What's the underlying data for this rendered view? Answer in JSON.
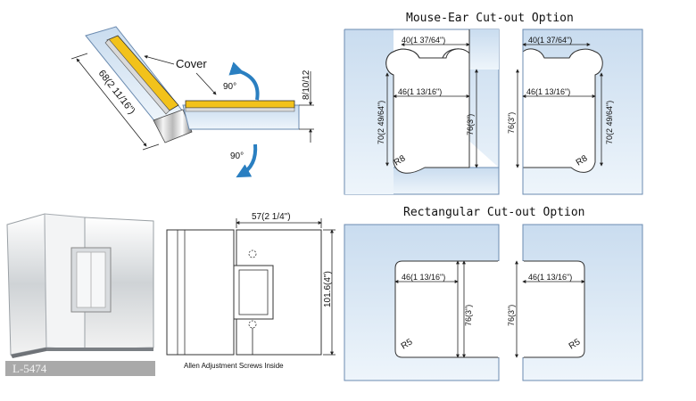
{
  "titles": {
    "mouse_ear": "Mouse-Ear  Cut-out Option",
    "rectangular": "Rectangular  Cut-out Option"
  },
  "hinge_top": {
    "cover_label": "Cover",
    "angle_label_top": "90°",
    "angle_label_bottom": "90°",
    "thickness_label": "8/10/12",
    "length_label": "68(2 11/16\")"
  },
  "hinge_drawing": {
    "width_label": "57(2 1/4\")",
    "height_label": "101.6(4\")",
    "note": "Allen Adjustment Screws Inside"
  },
  "product": {
    "model": "L-5474"
  },
  "mouse_ear": {
    "top_width": "40(1 37/64\")",
    "inner_width": "46(1 13/16\")",
    "inner_height": "70(2 49/64\")",
    "outer_height": "76(3\")",
    "radius": "R8"
  },
  "rectangular": {
    "inner_width": "46(1 13/16\")",
    "height": "76(3\")",
    "radius": "R5"
  },
  "colors": {
    "glass": "#d7e6f4",
    "cover": "#f2c21b",
    "arrow": "#2a7fc1",
    "model_bg": "#a9a9a9"
  }
}
